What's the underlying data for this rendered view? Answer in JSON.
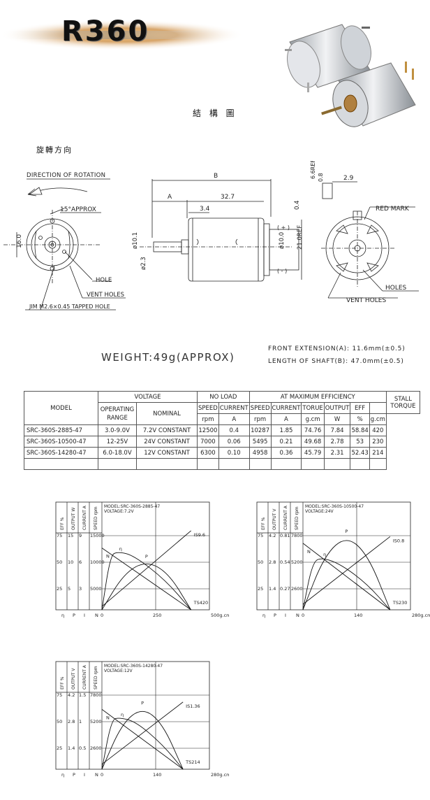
{
  "logo": "R360",
  "structure_title": "結 構 圖",
  "rotation_title": "旋轉方向",
  "drawing": {
    "direction_of_rotation": "DIRECTION OF ROTATION",
    "approx_angle": "15°APPROX",
    "dia_16": "16.0",
    "hole": "HOLE",
    "vent_holes": "VENT HOLES",
    "tapped_hole": "JIM M2.6×0.45 TAPPED HOLE",
    "dim_b": "B",
    "dim_a": "A",
    "dim_32_7": "32.7",
    "dim_3_4": "3.4",
    "dim_0_4": "0.4",
    "dim_6_6ref": "6.6REF",
    "dim_0_8": "0.8",
    "dim_2_9": "2.9",
    "dim_10_1": "ø10.1",
    "dim_2_3": "ø2.3",
    "dim_10_0": "ø10.0",
    "dim_21ref": "21.0REF",
    "plus": "( + )",
    "minus": "( - )",
    "red_mark": "RED MARK",
    "holes": "HOLES",
    "vent_holes_right": "VENT HOLES"
  },
  "weight": "WEIGHT:49g(APPROX)",
  "front_extension": "FRONT EXTENSION(A): 11.6mm(±0.5)",
  "shaft_length": "LENGTH OF SHAFT(B): 47.0mm(±0.5)",
  "table": {
    "h_model": "MODEL",
    "h_voltage": "VOLTAGE",
    "h_noload": "NO LOAD",
    "h_maxeff": "AT MAXIMUM EFFICIENCY",
    "h_stall": "STALL TORQUE",
    "h_oprange": "OPERATING RANGE",
    "h_nominal": "NOMINAL",
    "h_speed": "SPEED",
    "h_current": "CURRENT",
    "h_speed2": "SPEED",
    "h_current2": "CURRENT",
    "h_torque": "TORUE",
    "h_output": "OUTPUT",
    "h_eff": "EFF",
    "u_rpm": "rpm",
    "u_a": "A",
    "u_rpm2": "rpm",
    "u_a2": "A",
    "u_gcm": "g.cm",
    "u_w": "W",
    "u_pct": "%",
    "u_gcm2": "g.cm",
    "rows": [
      {
        "model": "SRC-360S-2885-47",
        "range": "3.0-9.0V",
        "nominal": "7.2V CONSTANT",
        "nl_speed": "12500",
        "nl_current": "0.4",
        "speed": "10287",
        "current": "1.85",
        "torque": "74.76",
        "output": "7.84",
        "eff": "58.84",
        "stall": "420"
      },
      {
        "model": "SRC-360S-10500-47",
        "range": "12-25V",
        "nominal": "24V CONSTANT",
        "nl_speed": "7000",
        "nl_current": "0.06",
        "speed": "5495",
        "current": "0.21",
        "torque": "49.68",
        "output": "2.78",
        "eff": "53",
        "stall": "230"
      },
      {
        "model": "SRC-360S-14280-47",
        "range": "6.0-18.0V",
        "nominal": "12V CONSTANT",
        "nl_speed": "6300",
        "nl_current": "0.10",
        "speed": "4958",
        "current": "0.36",
        "torque": "45.79",
        "output": "2.31",
        "eff": "52.43",
        "stall": "214"
      }
    ]
  },
  "chart_data": [
    {
      "type": "line",
      "title": "MODEL:SRC-360S-2885-47",
      "subtitle": "VOLTAGE:7.2V",
      "col_headers": [
        "EFF %",
        "OUTPUT W",
        "CURRENT A",
        "SPEED rpm"
      ],
      "left_ticks": [
        [
          "75",
          "15",
          "9",
          "15000"
        ],
        [
          "50",
          "10",
          "6",
          "10000"
        ],
        [
          "25",
          "5",
          "3",
          "5000"
        ]
      ],
      "bottom_labels": [
        "η",
        "P",
        "I",
        "N"
      ],
      "x_ticks": [
        "0",
        "250",
        "500g.cm"
      ],
      "xlim": [
        0,
        500
      ],
      "curve_labels": {
        "n": "N",
        "eta": "η",
        "p": "P",
        "is": "IS9.6",
        "ts": "TS420"
      },
      "series": {
        "N": {
          "x": [
            0,
            420
          ],
          "y": [
            12500,
            0
          ],
          "unit": "rpm"
        },
        "I": {
          "x": [
            0,
            420
          ],
          "y": [
            0.4,
            9.6
          ],
          "unit": "A"
        },
        "P": {
          "x": [
            0,
            105,
            210,
            315,
            420
          ],
          "y": [
            0,
            7.4,
            9.9,
            7.4,
            0
          ],
          "unit": "W"
        },
        "eta": {
          "x": [
            0,
            40,
            75,
            150,
            300,
            420
          ],
          "y": [
            0,
            55,
            58.8,
            55,
            30,
            0
          ],
          "unit": "%"
        }
      }
    },
    {
      "type": "line",
      "title": "MODEL:SRC-360S-10500-47",
      "subtitle": "VOLTAGE:24V",
      "col_headers": [
        "EFF %",
        "OUTPUT V",
        "CURRENT A",
        "SPEED rpm"
      ],
      "left_ticks": [
        [
          "75",
          "4.2",
          "0.81",
          "7800"
        ],
        [
          "50",
          "2.8",
          "0.54",
          "5200"
        ],
        [
          "25",
          "1.4",
          "0.27",
          "2600"
        ]
      ],
      "bottom_labels": [
        "η",
        "P",
        "I",
        "N"
      ],
      "x_ticks": [
        "0",
        "140",
        "280g.cm"
      ],
      "xlim": [
        0,
        280
      ],
      "curve_labels": {
        "n": "N",
        "eta": "η",
        "p": "P",
        "is": "IS0.8",
        "ts": "TS230"
      },
      "series": {
        "N": {
          "x": [
            0,
            230
          ],
          "y": [
            7000,
            0
          ],
          "unit": "rpm"
        },
        "I": {
          "x": [
            0,
            230
          ],
          "y": [
            0.06,
            0.8
          ],
          "unit": "A"
        },
        "P": {
          "x": [
            0,
            57,
            115,
            172,
            230
          ],
          "y": [
            0,
            3.1,
            4.2,
            3.1,
            0
          ],
          "unit": "W"
        },
        "eta": {
          "x": [
            0,
            25,
            50,
            100,
            170,
            230
          ],
          "y": [
            0,
            48,
            53,
            46,
            26,
            0
          ],
          "unit": "%"
        }
      }
    },
    {
      "type": "line",
      "title": "MODEL:SRC-360S-14280-47",
      "subtitle": "VOLTAGE:12V",
      "col_headers": [
        "EFF %",
        "OUTPUT V",
        "CURRENT A",
        "SPEED rpm"
      ],
      "left_ticks": [
        [
          "75",
          "4.2",
          "1.5",
          "7800"
        ],
        [
          "50",
          "2.8",
          "1",
          "5200"
        ],
        [
          "25",
          "1.4",
          "0.5",
          "2600"
        ]
      ],
      "bottom_labels": [
        "η",
        "P",
        "I",
        "N"
      ],
      "x_ticks": [
        "0",
        "140",
        "280g.cm"
      ],
      "xlim": [
        0,
        280
      ],
      "curve_labels": {
        "n": "N",
        "eta": "η",
        "p": "P",
        "is": "IS1.36",
        "ts": "TS214"
      },
      "series": {
        "N": {
          "x": [
            0,
            214
          ],
          "y": [
            6300,
            0
          ],
          "unit": "rpm"
        },
        "I": {
          "x": [
            0,
            214
          ],
          "y": [
            0.1,
            1.36
          ],
          "unit": "A"
        },
        "P": {
          "x": [
            0,
            53,
            107,
            160,
            214
          ],
          "y": [
            0,
            2.6,
            3.5,
            2.6,
            0
          ],
          "unit": "W"
        },
        "eta": {
          "x": [
            0,
            25,
            46,
            90,
            160,
            214
          ],
          "y": [
            0,
            50,
            52.4,
            48,
            25,
            0
          ],
          "unit": "%"
        }
      }
    }
  ]
}
